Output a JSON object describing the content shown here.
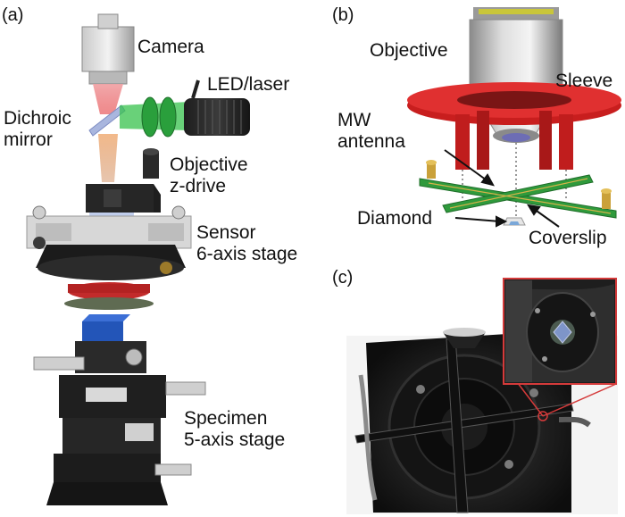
{
  "panels": {
    "a": "(a)",
    "b": "(b)",
    "c": "(c)"
  },
  "panel_a": {
    "camera": "Camera",
    "led_laser": "LED/laser",
    "dichroic_1": "Dichroic",
    "dichroic_2": "mirror",
    "objective_zdrive_1": "Objective",
    "objective_zdrive_2": "z-drive",
    "sensor_stage_1": "Sensor",
    "sensor_stage_2": "6-axis stage",
    "specimen_stage_1": "Specimen",
    "specimen_stage_2": "5-axis stage"
  },
  "panel_b": {
    "objective": "Objective",
    "sleeve": "Sleeve",
    "mw_antenna_1": "MW",
    "mw_antenna_2": "antenna",
    "diamond": "Diamond",
    "coverslip": "Coverslip"
  },
  "colors": {
    "red_beam": "#e8585a",
    "green_beam": "#2fbf45",
    "sleeve_red": "#c81e1e",
    "pcb_green": "#2f9a3c",
    "zoom_frame": "#d43a3a"
  }
}
